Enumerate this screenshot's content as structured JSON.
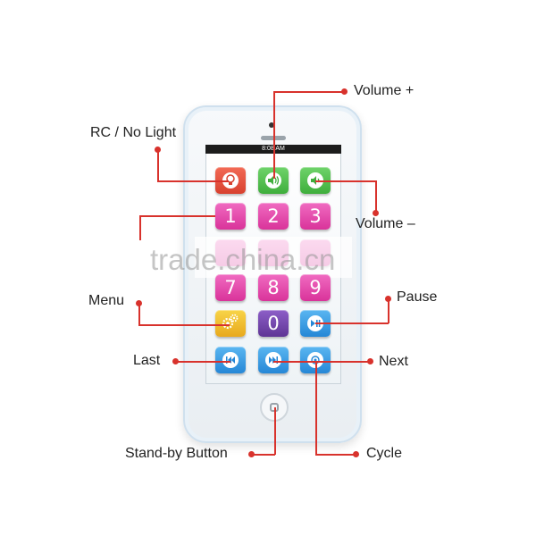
{
  "phone": {
    "status_time": "8:08 AM",
    "keys": [
      {
        "name": "light-key",
        "color": "red",
        "label": "",
        "icon": "bulb-icon"
      },
      {
        "name": "volume-up-key",
        "color": "green",
        "label": "",
        "icon": "speaker-loud-icon"
      },
      {
        "name": "volume-down-key",
        "color": "green",
        "label": "",
        "icon": "speaker-soft-icon"
      },
      {
        "name": "key-1",
        "color": "pink",
        "label": "1"
      },
      {
        "name": "key-2",
        "color": "pink",
        "label": "2"
      },
      {
        "name": "key-3",
        "color": "pink",
        "label": "3"
      },
      {
        "name": "key-7",
        "color": "pink",
        "label": "7"
      },
      {
        "name": "key-8",
        "color": "pink",
        "label": "8"
      },
      {
        "name": "key-9",
        "color": "pink",
        "label": "9"
      },
      {
        "name": "menu-key",
        "color": "yellow",
        "label": "",
        "icon": "gears-icon"
      },
      {
        "name": "key-0",
        "color": "purple",
        "label": "0"
      },
      {
        "name": "pause-key",
        "color": "blue",
        "label": "",
        "icon": "play-pause-icon"
      },
      {
        "name": "last-key",
        "color": "blue",
        "label": "",
        "icon": "rewind-icon"
      },
      {
        "name": "next-key",
        "color": "blue",
        "label": "",
        "icon": "fast-forward-icon"
      },
      {
        "name": "cycle-key",
        "color": "blue",
        "label": "",
        "icon": "cycle-icon"
      }
    ]
  },
  "callouts": {
    "volume_up": "Volume +",
    "rc_no_light": "RC / No Light",
    "volume_down": "Volume –",
    "menu": "Menu",
    "pause": "Pause",
    "last": "Last",
    "next": "Next",
    "standby": "Stand-by Button",
    "cycle": "Cycle"
  },
  "watermark": "trade.china.cn",
  "colors": {
    "callout_red": "#d8322c",
    "pink_key": "#e14aa9",
    "blue_key": "#3a9ee6",
    "green_key": "#52c24e",
    "red_key": "#e55540",
    "yellow_key": "#f1bf31",
    "purple_key": "#74489f"
  }
}
